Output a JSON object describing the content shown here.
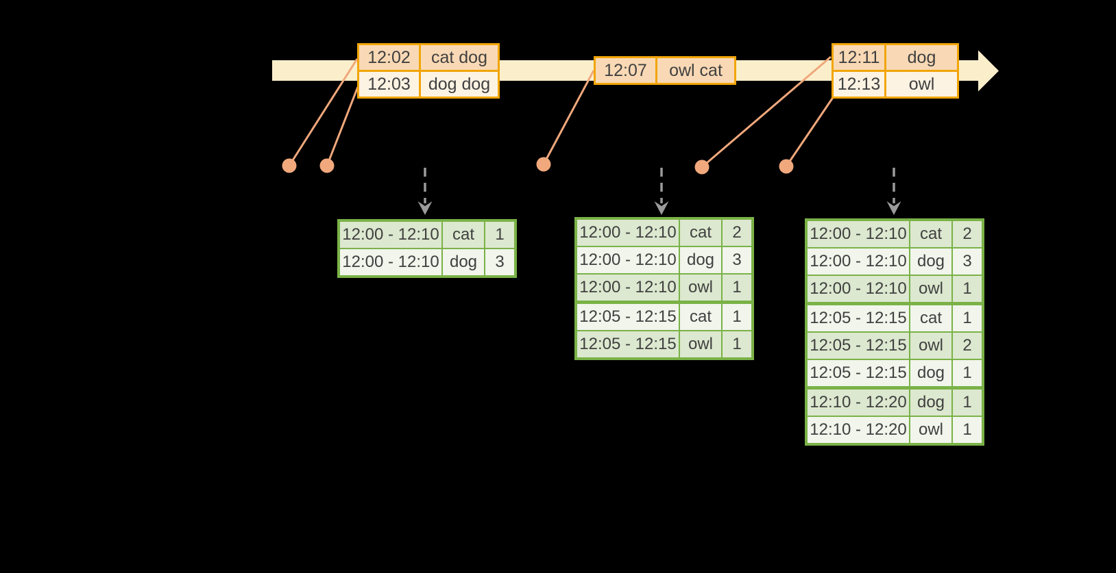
{
  "colors": {
    "background": "#000000",
    "axis_band": "#FBEFCB",
    "input_border": "#F1A507",
    "input_row_fill": "#F9D9B5",
    "input_row_alt_fill": "#FDF3E3",
    "event_marker": "#F0A87C",
    "trigger_arrow": "#9B9B9B",
    "result_border": "#7AB247",
    "result_row_fill": "#DCE8CF",
    "result_row_alt_fill": "#F1F5EC",
    "text": "#404040"
  },
  "input_tables": [
    {
      "rows": [
        {
          "time": "12:02",
          "words": "cat dog"
        },
        {
          "time": "12:03",
          "words": "dog dog"
        }
      ]
    },
    {
      "rows": [
        {
          "time": "12:07",
          "words": "owl cat"
        }
      ]
    },
    {
      "rows": [
        {
          "time": "12:11",
          "words": "dog"
        },
        {
          "time": "12:13",
          "words": "owl"
        }
      ]
    }
  ],
  "result_tables": [
    {
      "rows": [
        {
          "window": "12:00 - 12:10",
          "word": "cat",
          "count": "1"
        },
        {
          "window": "12:00 - 12:10",
          "word": "dog",
          "count": "3"
        }
      ]
    },
    {
      "rows": [
        {
          "window": "12:00 - 12:10",
          "word": "cat",
          "count": "2"
        },
        {
          "window": "12:00 - 12:10",
          "word": "dog",
          "count": "3"
        },
        {
          "window": "12:00 - 12:10",
          "word": "owl",
          "count": "1"
        },
        {
          "window": "12:05 - 12:15",
          "word": "cat",
          "count": "1"
        },
        {
          "window": "12:05 - 12:15",
          "word": "owl",
          "count": "1"
        }
      ]
    },
    {
      "rows": [
        {
          "window": "12:00 - 12:10",
          "word": "cat",
          "count": "2"
        },
        {
          "window": "12:00 - 12:10",
          "word": "dog",
          "count": "3"
        },
        {
          "window": "12:00 - 12:10",
          "word": "owl",
          "count": "1"
        },
        {
          "window": "12:05 - 12:15",
          "word": "cat",
          "count": "1"
        },
        {
          "window": "12:05 - 12:15",
          "word": "owl",
          "count": "2"
        },
        {
          "window": "12:05 - 12:15",
          "word": "dog",
          "count": "1"
        },
        {
          "window": "12:10 - 12:20",
          "word": "dog",
          "count": "1"
        },
        {
          "window": "12:10 - 12:20",
          "word": "owl",
          "count": "1"
        }
      ]
    }
  ]
}
